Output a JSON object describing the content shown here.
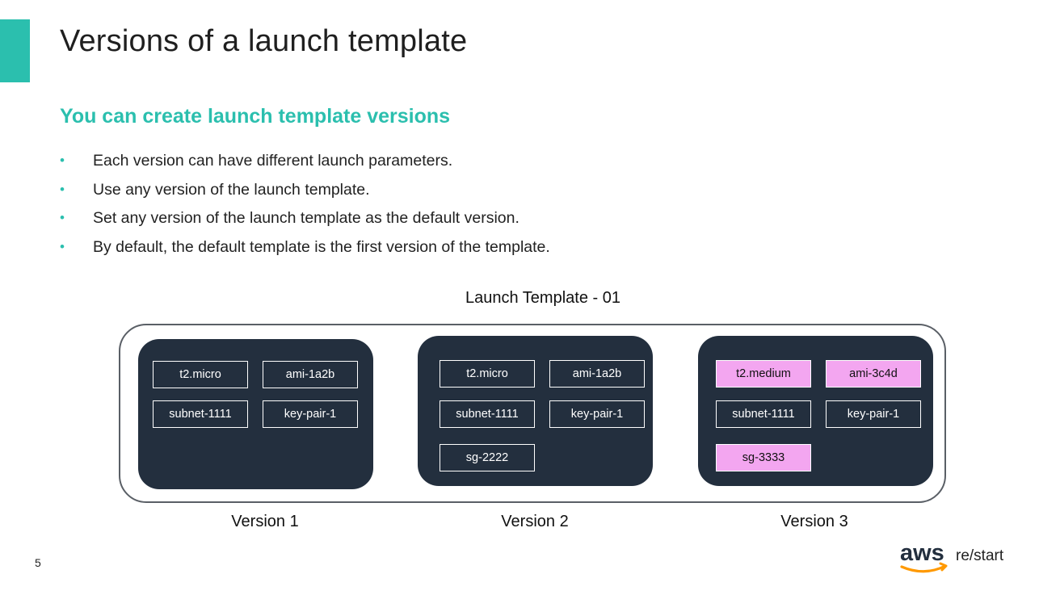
{
  "slide": {
    "title": "Versions of a launch template",
    "subtitle": "You can create launch template versions",
    "bullets": [
      "Each version can have different launch parameters.",
      "Use any version of the launch template.",
      "Set any version of the launch template as the default version.",
      "By default, the default template is the first version of the template."
    ],
    "bullet_glyph": "•",
    "page_number": "5"
  },
  "diagram": {
    "title": "Launch Template - 01",
    "versions": [
      {
        "label": "Version 1",
        "params": {
          "instance_type": "t2.micro",
          "ami": "ami-1a2b",
          "subnet": "subnet-1111",
          "key_pair": "key-pair-1"
        }
      },
      {
        "label": "Version 2",
        "params": {
          "instance_type": "t2.micro",
          "ami": "ami-1a2b",
          "subnet": "subnet-1111",
          "key_pair": "key-pair-1",
          "security_group": "sg-2222"
        }
      },
      {
        "label": "Version 3",
        "params": {
          "instance_type": "t2.medium",
          "ami": "ami-3c4d",
          "subnet": "subnet-1111",
          "key_pair": "key-pair-1",
          "security_group": "sg-3333"
        },
        "changed": [
          "instance_type",
          "ami",
          "security_group"
        ]
      }
    ]
  },
  "branding": {
    "logo_text": "aws",
    "product": "re/start"
  },
  "colors": {
    "accent": "#2bbfae",
    "card": "#232f3e",
    "highlight": "#f3a6f0",
    "logo_smile": "#ff9900"
  }
}
